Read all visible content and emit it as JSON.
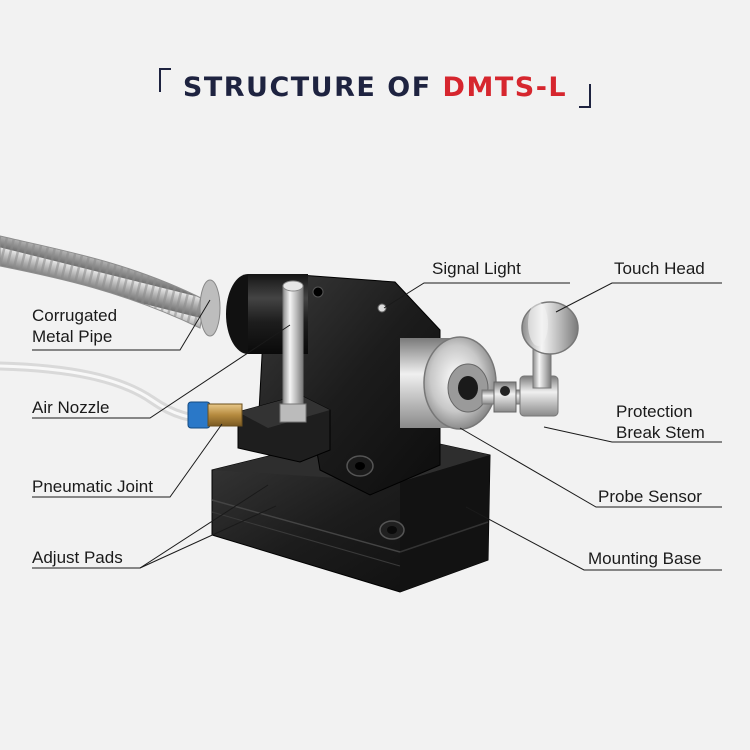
{
  "title": {
    "main": "STRUCTURE OF ",
    "accent": "DMTS-L"
  },
  "labels": {
    "corrugated_1": "Corrugated",
    "corrugated_2": "Metal Pipe",
    "air_nozzle": "Air Nozzle",
    "pneumatic_joint": "Pneumatic Joint",
    "adjust_pads": "Adjust Pads",
    "signal_light": "Signal Light",
    "touch_head": "Touch Head",
    "protection_1": "Protection",
    "protection_2": "Break Stem",
    "probe_sensor": "Probe Sensor",
    "mounting_base": "Mounting Base"
  },
  "colors": {
    "title": "#1e2340",
    "accent": "#d6262e",
    "background": "#f2f2f2"
  }
}
